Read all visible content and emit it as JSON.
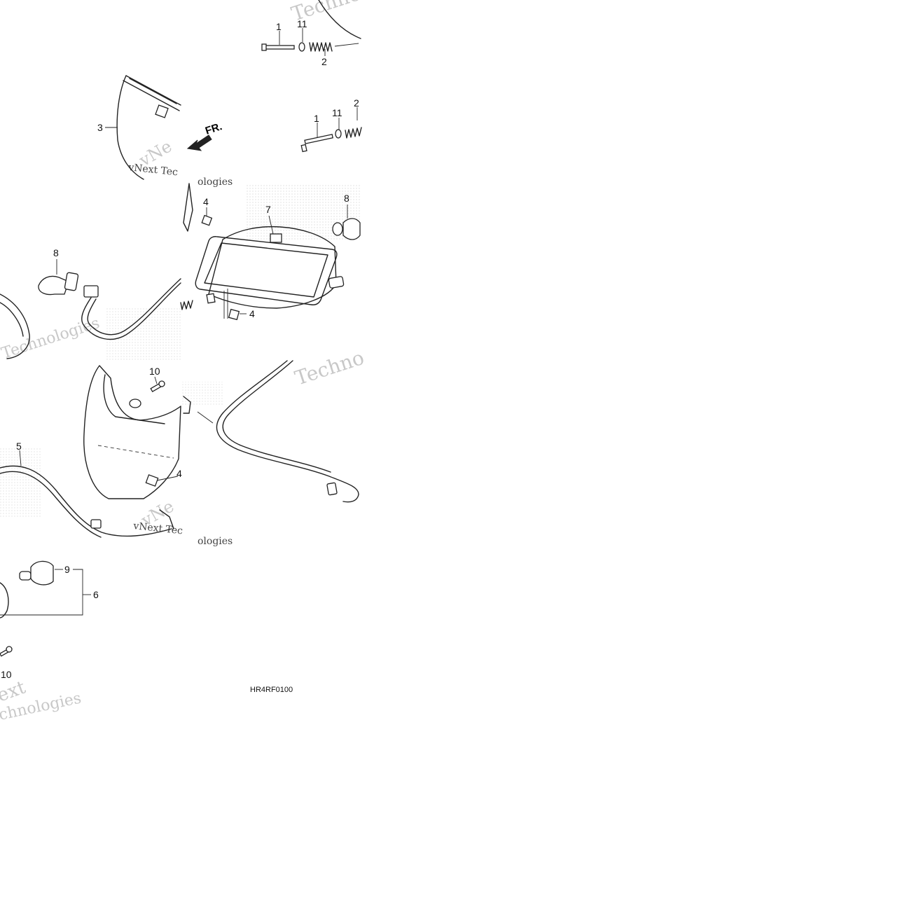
{
  "diagram": {
    "code": "HR4RF0100",
    "direction_label": "FR.",
    "callouts": {
      "bolt_top": "1",
      "washer_top": "11",
      "spring_top": "2",
      "bolt_lower": "1",
      "washer_lower": "11",
      "spring_lower": "2",
      "lens_cover": "3",
      "clip_upper": "4",
      "clip_lower": "4",
      "headlight_unit": "7",
      "bulb_right": "8",
      "bulb_left": "8",
      "mount_bolt_top": "10",
      "harness": "5",
      "clip_mid": "4",
      "bulb_socket": "9",
      "socket_assy": "6",
      "mount_bolt_bottom": "10"
    },
    "watermarks": [
      "Techno",
      "vNext Tec",
      "vNe",
      "ologies",
      "Technologies",
      "ext",
      "chnologies"
    ]
  }
}
